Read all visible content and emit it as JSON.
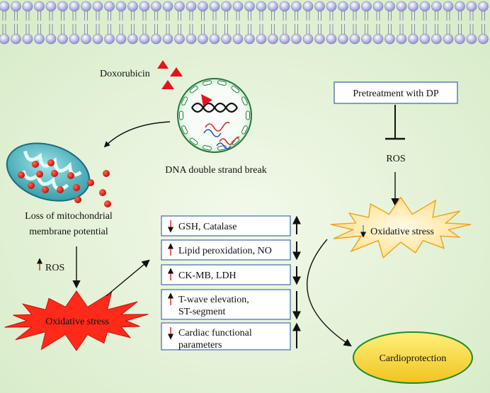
{
  "labels": {
    "doxorubicin": "Doxorubicin",
    "dna_break": "DNA double strand break",
    "mito_loss_line1": "Loss of mitochondrial",
    "mito_loss_line2": "membrane potential",
    "ros_left": "ROS",
    "oxidative_stress_left": "Oxidative stress",
    "pretreatment": "Pretreatment with DP",
    "ros_right": "ROS",
    "oxidative_stress_right": "Oxidative stress",
    "cardioprotection": "Cardioprotection"
  },
  "markers": [
    {
      "line1": "GSH, Catalase",
      "line2": "",
      "arrow": "down",
      "trend": "up"
    },
    {
      "line1": "Lipid peroxidation, NO",
      "line2": "",
      "arrow": "up",
      "trend": "down"
    },
    {
      "line1": "CK-MB, LDH",
      "line2": "",
      "arrow": "up",
      "trend": "down"
    },
    {
      "line1": "T-wave elevation,",
      "line2": "ST-segment",
      "arrow": "up",
      "trend": "down"
    },
    {
      "line1": "Cardiac functional",
      "line2": "parameters",
      "arrow": "down",
      "trend": "up"
    }
  ],
  "colors": {
    "background": "#e0f0d4",
    "membrane_head": "#a8a8dc",
    "burst_red": "#ff2a1a",
    "burst_orange": "#ffe9a8",
    "box_border": "#5a7fb5",
    "ellipse_fill": "#f5dc3a",
    "ellipse_border": "#1f8a2e",
    "up_arrow": "#e0201a",
    "down_arrow_cyan": "#1a9fd0"
  }
}
